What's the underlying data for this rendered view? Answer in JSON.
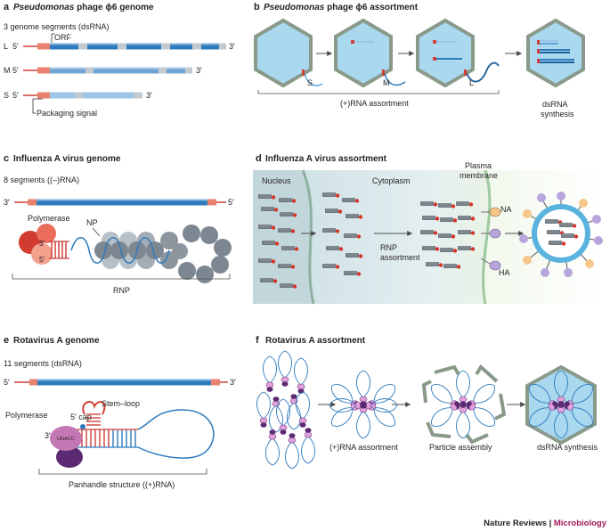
{
  "panels": {
    "a": {
      "letter": "a",
      "title_italic": "Pseudomonas",
      "title_rest": " phage ϕ6 genome",
      "subtitle": "3 genome segments (dsRNA)",
      "segments": [
        {
          "label": "L",
          "five": "5′",
          "three": "3′"
        },
        {
          "label": "M",
          "five": "5′",
          "three": "3′"
        },
        {
          "label": "S",
          "five": "5′",
          "three": "3′"
        }
      ],
      "orf_label": "ORF",
      "packaging_signal": "Packaging signal"
    },
    "b": {
      "letter": "b",
      "title_italic": "Pseudomonas",
      "title_rest": " phage ϕ6 assortment",
      "segment_labels": [
        "S",
        "M",
        "L"
      ],
      "bracket_label": "(+)RNA assortment",
      "synthesis_line1": "dsRNA",
      "synthesis_line2": "synthesis"
    },
    "c": {
      "letter": "c",
      "title": "Influenza A virus genome",
      "subtitle": "8 segments ((–)RNA)",
      "three": "3′",
      "five": "5′",
      "polymerase": "Polymerase",
      "np": "NP",
      "pol_three": "3′",
      "pol_five": "5′",
      "rnp": "RNP"
    },
    "d": {
      "letter": "d",
      "title": "Influenza A virus assortment",
      "nucleus": "Nucleus",
      "cytoplasm": "Cytoplasm",
      "plasma_line1": "Plasma",
      "plasma_line2": "membrane",
      "rnp_line1": "RNP",
      "rnp_line2": "assortment",
      "na": "NA",
      "ha": "HA"
    },
    "e": {
      "letter": "e",
      "title": "Rotavirus A genome",
      "subtitle": "11 segments (dsRNA)",
      "five": "5′",
      "three": "3′",
      "stem_loop": "Stem–loop",
      "polymerase": "Polymerase",
      "cap": "5′ cap",
      "pol_three": "3′",
      "motif": "UGACC",
      "panhandle": "Panhandle structure ((+)RNA)"
    },
    "f": {
      "letter": "f",
      "title": "Rotavirus A assortment",
      "steps": [
        "(+)RNA assortment",
        "Particle assembly",
        "dsRNA synthesis"
      ]
    }
  },
  "footer": {
    "journal": "Nature Reviews",
    "separator": " | ",
    "section": "Microbiology"
  },
  "colors": {
    "rna_blue": "#2e7bbd",
    "rna_light": "#9cc6e8",
    "end_salmon": "#e8826e",
    "capsid_fill": "#a9d8ef",
    "capsid_edge": "#8a9a8a",
    "rnp_grey": "#7d8791",
    "polymerase_red": "#d23b2f",
    "rota_purple": "#7a3d8f",
    "journal_red": "#a3195b"
  }
}
